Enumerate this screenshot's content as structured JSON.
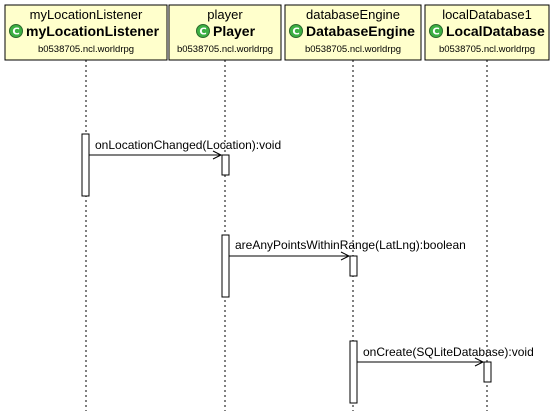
{
  "colors": {
    "header_fill": "#ffffcc",
    "class_icon": "#3cb043",
    "line": "#000000"
  },
  "lifelines": [
    {
      "instance": "myLocationListener",
      "class_name": "myLocationListener",
      "package": "b0538705.ncl.worldrpg",
      "icon": "class-icon",
      "icon_letter": "C"
    },
    {
      "instance": "player",
      "class_name": "Player",
      "package": "b0538705.ncl.worldrpg",
      "icon": "class-icon",
      "icon_letter": "C"
    },
    {
      "instance": "databaseEngine",
      "class_name": "DatabaseEngine",
      "package": "b0538705.ncl.worldrpg",
      "icon": "class-icon",
      "icon_letter": "C"
    },
    {
      "instance": "localDatabase1",
      "class_name": "LocalDatabase",
      "package": "b0538705.ncl.worldrpg",
      "icon": "class-icon",
      "icon_letter": "C"
    }
  ],
  "messages": [
    {
      "from": 0,
      "to": 1,
      "label": "onLocationChanged(Location):void"
    },
    {
      "from": 1,
      "to": 2,
      "label": "areAnyPointsWithinRange(LatLng):boolean"
    },
    {
      "from": 2,
      "to": 3,
      "label": "onCreate(SQLiteDatabase):void"
    }
  ]
}
